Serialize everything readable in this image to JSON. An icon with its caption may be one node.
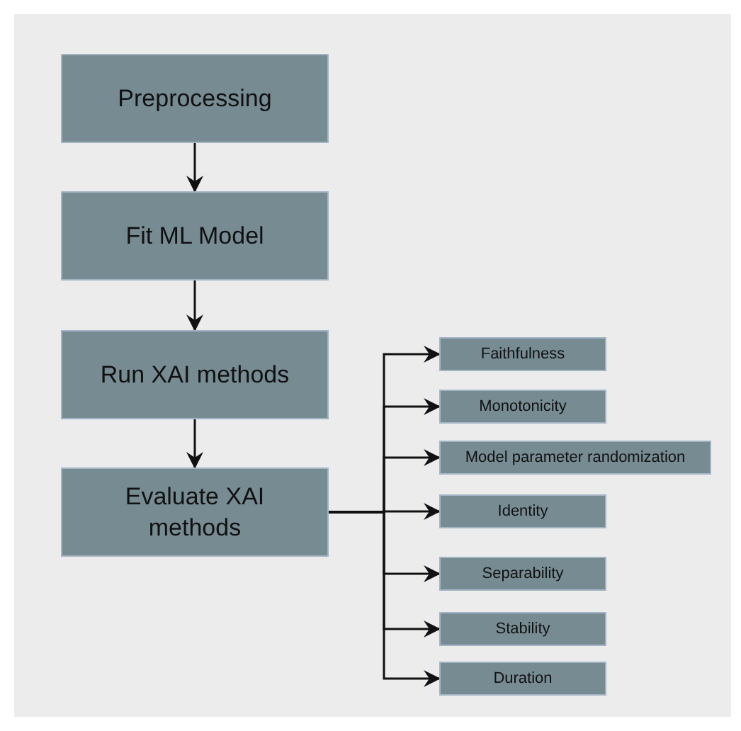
{
  "diagram": {
    "nodes": [
      {
        "text": [
          "Preprocessing"
        ]
      },
      {
        "text": [
          "Fit ML Model"
        ]
      },
      {
        "text": [
          "Run XAI methods"
        ]
      },
      {
        "text": [
          "Evaluate XAI methods"
        ]
      },
      {
        "text": [
          "Faithfulness"
        ]
      },
      {
        "text": [
          "Monotonicity"
        ]
      },
      {
        "text": [
          "Model parameter randomization"
        ]
      },
      {
        "text": [
          "Identity"
        ]
      },
      {
        "text": [
          "Separability"
        ]
      },
      {
        "text": [
          "Stability"
        ]
      },
      {
        "text": [
          "Duration"
        ]
      }
    ],
    "edges": [
      {
        "from": 0,
        "to": 1,
        "arrow": "to"
      },
      {
        "from": 1,
        "to": 2,
        "arrow": "to"
      },
      {
        "from": 2,
        "to": 3,
        "arrow": "to"
      },
      {
        "from": 3,
        "to": 4,
        "arrow": "to"
      },
      {
        "from": 3,
        "to": 5,
        "arrow": "to"
      },
      {
        "from": 3,
        "to": 6,
        "arrow": "to"
      },
      {
        "from": 3,
        "to": 7,
        "arrow": "to"
      },
      {
        "from": 3,
        "to": 8,
        "arrow": "to"
      },
      {
        "from": 3,
        "to": 9,
        "arrow": "to"
      },
      {
        "from": 3,
        "to": 10,
        "arrow": "to"
      }
    ]
  }
}
